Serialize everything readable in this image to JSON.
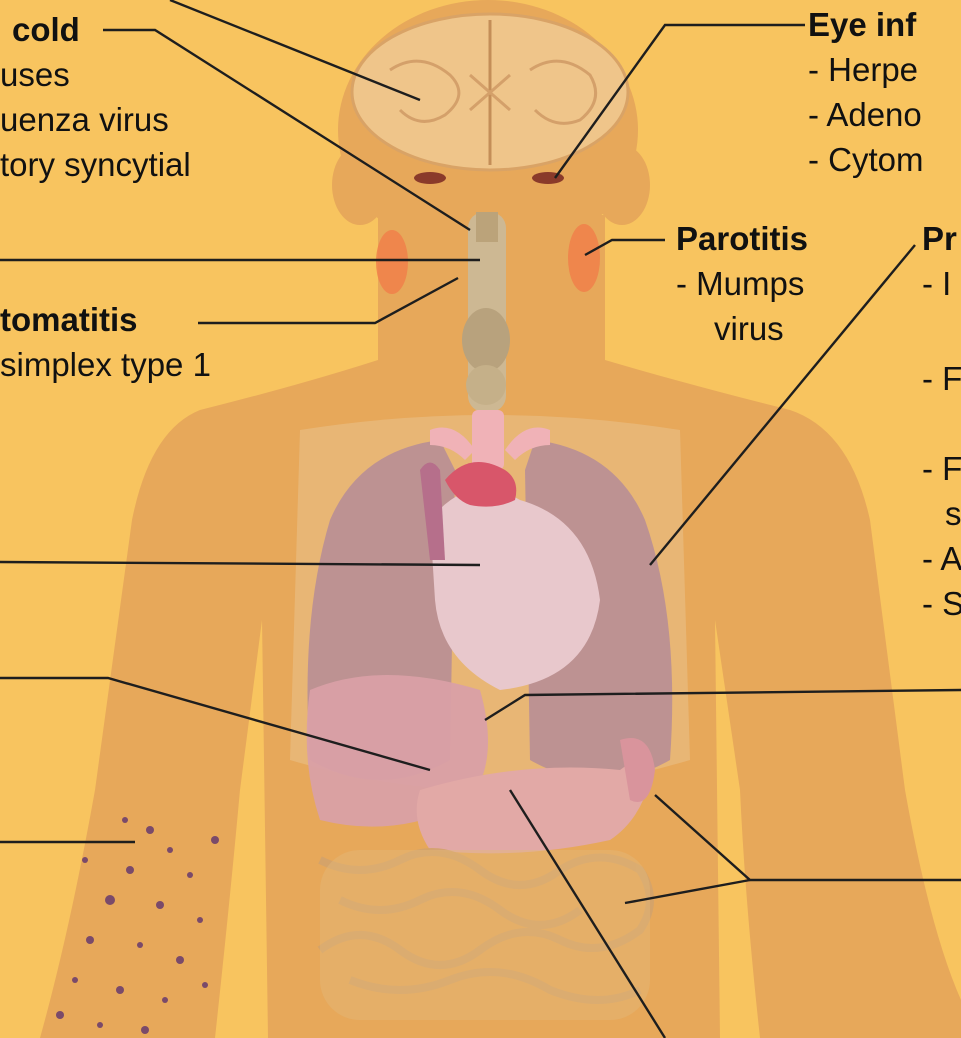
{
  "labels": {
    "common_cold": {
      "title": "cold",
      "items": [
        "uses",
        "uenza virus",
        "tory syncytial"
      ]
    },
    "eye_infection": {
      "title": "Eye inf",
      "items": [
        "- Herpe",
        "- Adeno",
        "- Cytom"
      ]
    },
    "parotitis": {
      "title": "Parotitis",
      "items": [
        "- Mumps",
        "virus"
      ]
    },
    "stomatitis": {
      "title": "tomatitis",
      "items": [
        "simplex type 1"
      ]
    },
    "pneumonia": {
      "title": "Pr",
      "items": [
        "- I",
        "- F",
        "- F",
        "s",
        "- A",
        "- S"
      ]
    }
  },
  "colors": {
    "background": "#F8C45F",
    "body_silhouette": "#E7A85A",
    "leader_line": "#1E1E1E",
    "text": "#111111",
    "lungs": "#B88E96",
    "heart": "#E8C8CC",
    "liver": "#D9A0A6",
    "intestines": "#E3B77A",
    "rash_spots": "#7A4A6A",
    "glands": "#F0804A"
  }
}
